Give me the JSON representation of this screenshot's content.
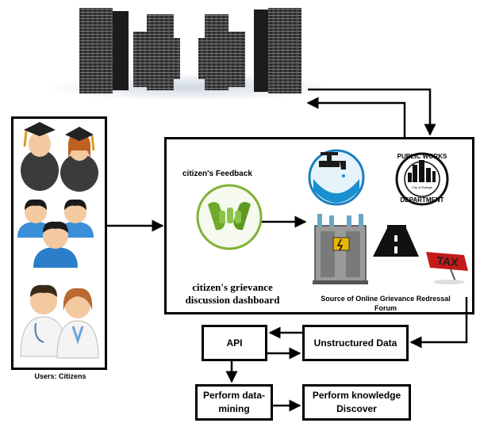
{
  "users_panel": {
    "caption": "Users: Citizens"
  },
  "dashboard": {
    "feedback_label": "citizen's Feedback",
    "title_line1": "citizen's grievance",
    "title_line2": "discussion dashboard",
    "forum_line1": "Source of Online Grievance Redressal",
    "forum_line2": "Forum"
  },
  "public_works": {
    "top_text": "PUBLIC WORKS",
    "bottom_text": "DEPARTMENT",
    "small_text": "City of Raleigh"
  },
  "tax_sign": {
    "text": "TAX"
  },
  "process": {
    "api": "API",
    "unstructured": "Unstructured Data",
    "mining_line1": "Perform data-",
    "mining_line2": "mining",
    "knowledge_line1": "Perform knowledge",
    "knowledge_line2": "Discover"
  }
}
